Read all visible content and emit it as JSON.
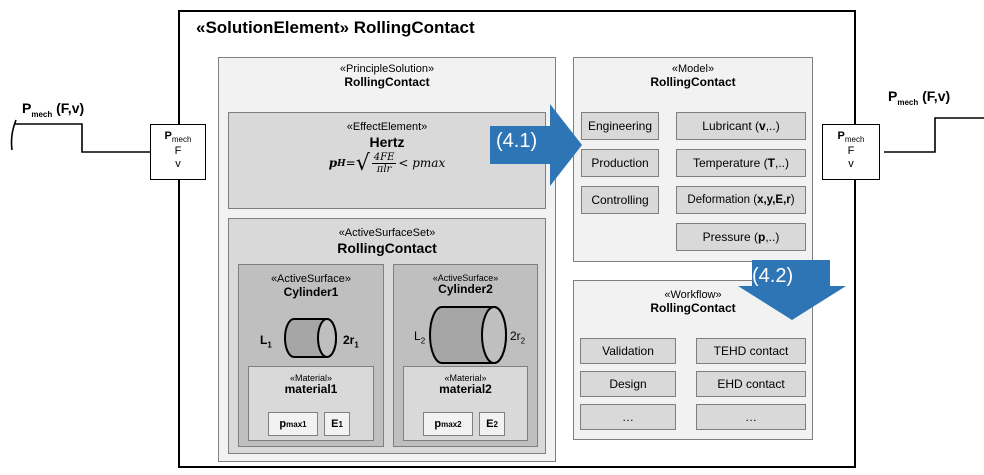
{
  "solution_element": {
    "title": "«SolutionElement» RollingContact"
  },
  "ports": {
    "left_label": {
      "p": "P",
      "sub": "mech",
      "rest": " (F,v)"
    },
    "right_label": {
      "p": "P",
      "sub": "mech",
      "rest": " (F,v)"
    },
    "left_port": {
      "p": "P",
      "sub": "mech",
      "f": "F",
      "v": "v"
    },
    "right_port": {
      "p": "P",
      "sub": "mech",
      "f": "F",
      "v": "v"
    }
  },
  "principle_solution": {
    "stereotype": "«PrincipleSolution»",
    "name": "RollingContact",
    "effect_element": {
      "stereotype": "«EffectElement»",
      "name": "Hertz",
      "formula": {
        "lhs_var": "p",
        "lhs_sub": "H",
        "eq": " = ",
        "numerator": "4FE",
        "denominator": "πlr",
        "rhs": "< pmax"
      }
    },
    "active_surface_set": {
      "stereotype": "«ActiveSurfaceSet»",
      "name": "RollingContact",
      "surfaces": [
        {
          "stereotype": "«ActiveSurface»",
          "name": "Cylinder1",
          "length_label": "L",
          "length_sub": "1",
          "diameter_label": "2r",
          "diameter_sub": "1",
          "material": {
            "stereotype": "«Material»",
            "name": "material1",
            "params": [
              {
                "base": "p",
                "sub": "max1"
              },
              {
                "base": "E",
                "sub": "1"
              }
            ]
          }
        },
        {
          "stereotype": "«ActiveSurface»",
          "name": "Cylinder2",
          "length_label": "L",
          "length_sub": "2",
          "diameter_label": "2r",
          "diameter_sub": "2",
          "material": {
            "stereotype": "«Material»",
            "name": "material2",
            "params": [
              {
                "base": "p",
                "sub": "max2"
              },
              {
                "base": "E",
                "sub": "2"
              }
            ]
          }
        }
      ]
    }
  },
  "model": {
    "stereotype": "«Model»",
    "name": "RollingContact",
    "left_items": [
      "Engineering",
      "Production",
      "Controlling"
    ],
    "right_items": [
      {
        "text": "Lubricant (",
        "bold": "v",
        "tail": ",..)"
      },
      {
        "text": "Temperature (",
        "bold": "T",
        "tail": ",..)"
      },
      {
        "text": "Deformation (",
        "bold": "x,y,E,r",
        "tail": ")"
      },
      {
        "text": "Pressure (",
        "bold": "p",
        "tail": ",..)"
      }
    ]
  },
  "workflow": {
    "stereotype": "«Workflow»",
    "name": "RollingContact",
    "left_items": [
      "Validation",
      "Design",
      "…"
    ],
    "right_items": [
      "TEHD contact",
      "EHD contact",
      "…"
    ]
  },
  "arrows": {
    "a1": "(4.1)",
    "a2": "(4.2)"
  },
  "colors": {
    "arrow": "#2e75b6",
    "panel_light": "#f2f2f2",
    "panel_mid": "#d9d9d9",
    "panel_dark": "#bfbfbf",
    "border": "#7f7f7f"
  }
}
